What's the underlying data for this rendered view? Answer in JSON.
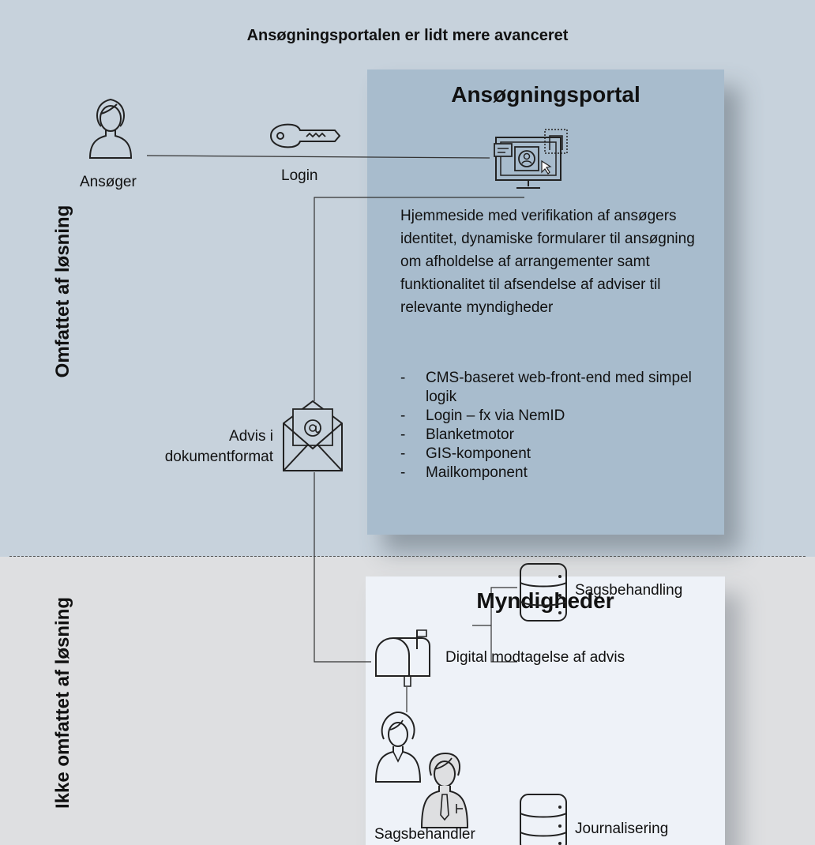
{
  "title": "Ansøgningsportalen er lidt mere avanceret",
  "zones": {
    "included": "Omfattet af løsning",
    "excluded": "Ikke omfattet af løsning"
  },
  "applicant": {
    "label": "Ansøger"
  },
  "login": {
    "label": "Login"
  },
  "portal": {
    "title": "Ansøgningsportal",
    "description": "Hjemmeside med verifikation af ansøgers identitet, dynamiske formularer til ansøgning om afholdelse af arrangementer samt funktionalitet til afsendelse af adviser til relevante myndigheder",
    "features": [
      {
        "dash": "-",
        "text": "CMS-baseret web-front-end med simpel logik"
      },
      {
        "dash": "-",
        "text": "Login – fx via NemID"
      },
      {
        "dash": "-",
        "text": "Blanketmotor"
      },
      {
        "dash": "-",
        "text": "GIS-komponent"
      },
      {
        "dash": "-",
        "text": "Mailkomponent"
      }
    ]
  },
  "notice": {
    "line1": "Advis i",
    "line2": "dokumentformat"
  },
  "authorities": {
    "title": "Myndigheder",
    "receipt": "Digital modtagelse af advis",
    "case_handling": "Sagsbehandling",
    "archiving": "Journalisering",
    "case_worker": "Sagsbehandler"
  },
  "colors": {
    "included_zone": "#c7d2dc",
    "excluded_zone": "#dedfe1",
    "portal_box": "#a8bccd",
    "authorities_box": "#eef2f8"
  },
  "icons": [
    "person-icon",
    "key-icon",
    "computer-portal-icon",
    "email-envelope-icon",
    "mailbox-icon",
    "database-icon",
    "case-workers-icon"
  ]
}
